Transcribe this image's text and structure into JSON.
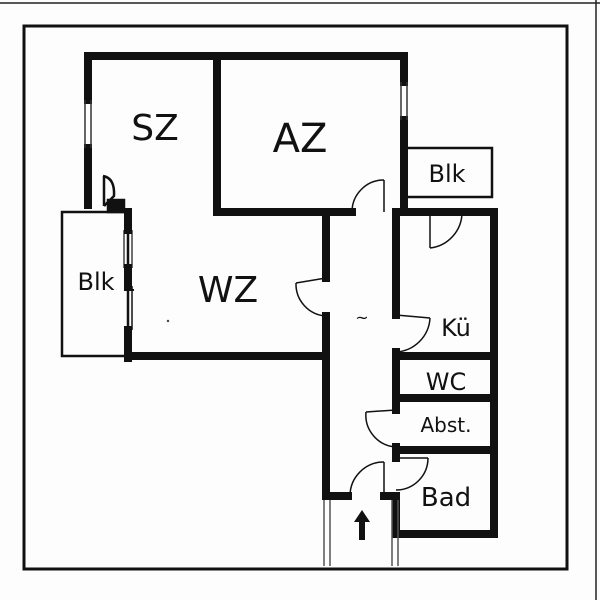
{
  "plan": {
    "rooms": {
      "sz": "SZ",
      "az": "AZ",
      "blk_right": "Blk",
      "blk_left": "Blk",
      "wz": "WZ",
      "ku": "Kü",
      "wc": "WC",
      "abst": "Abst.",
      "bad": "Bad"
    },
    "marks": {
      "hall_mark": "~"
    }
  }
}
